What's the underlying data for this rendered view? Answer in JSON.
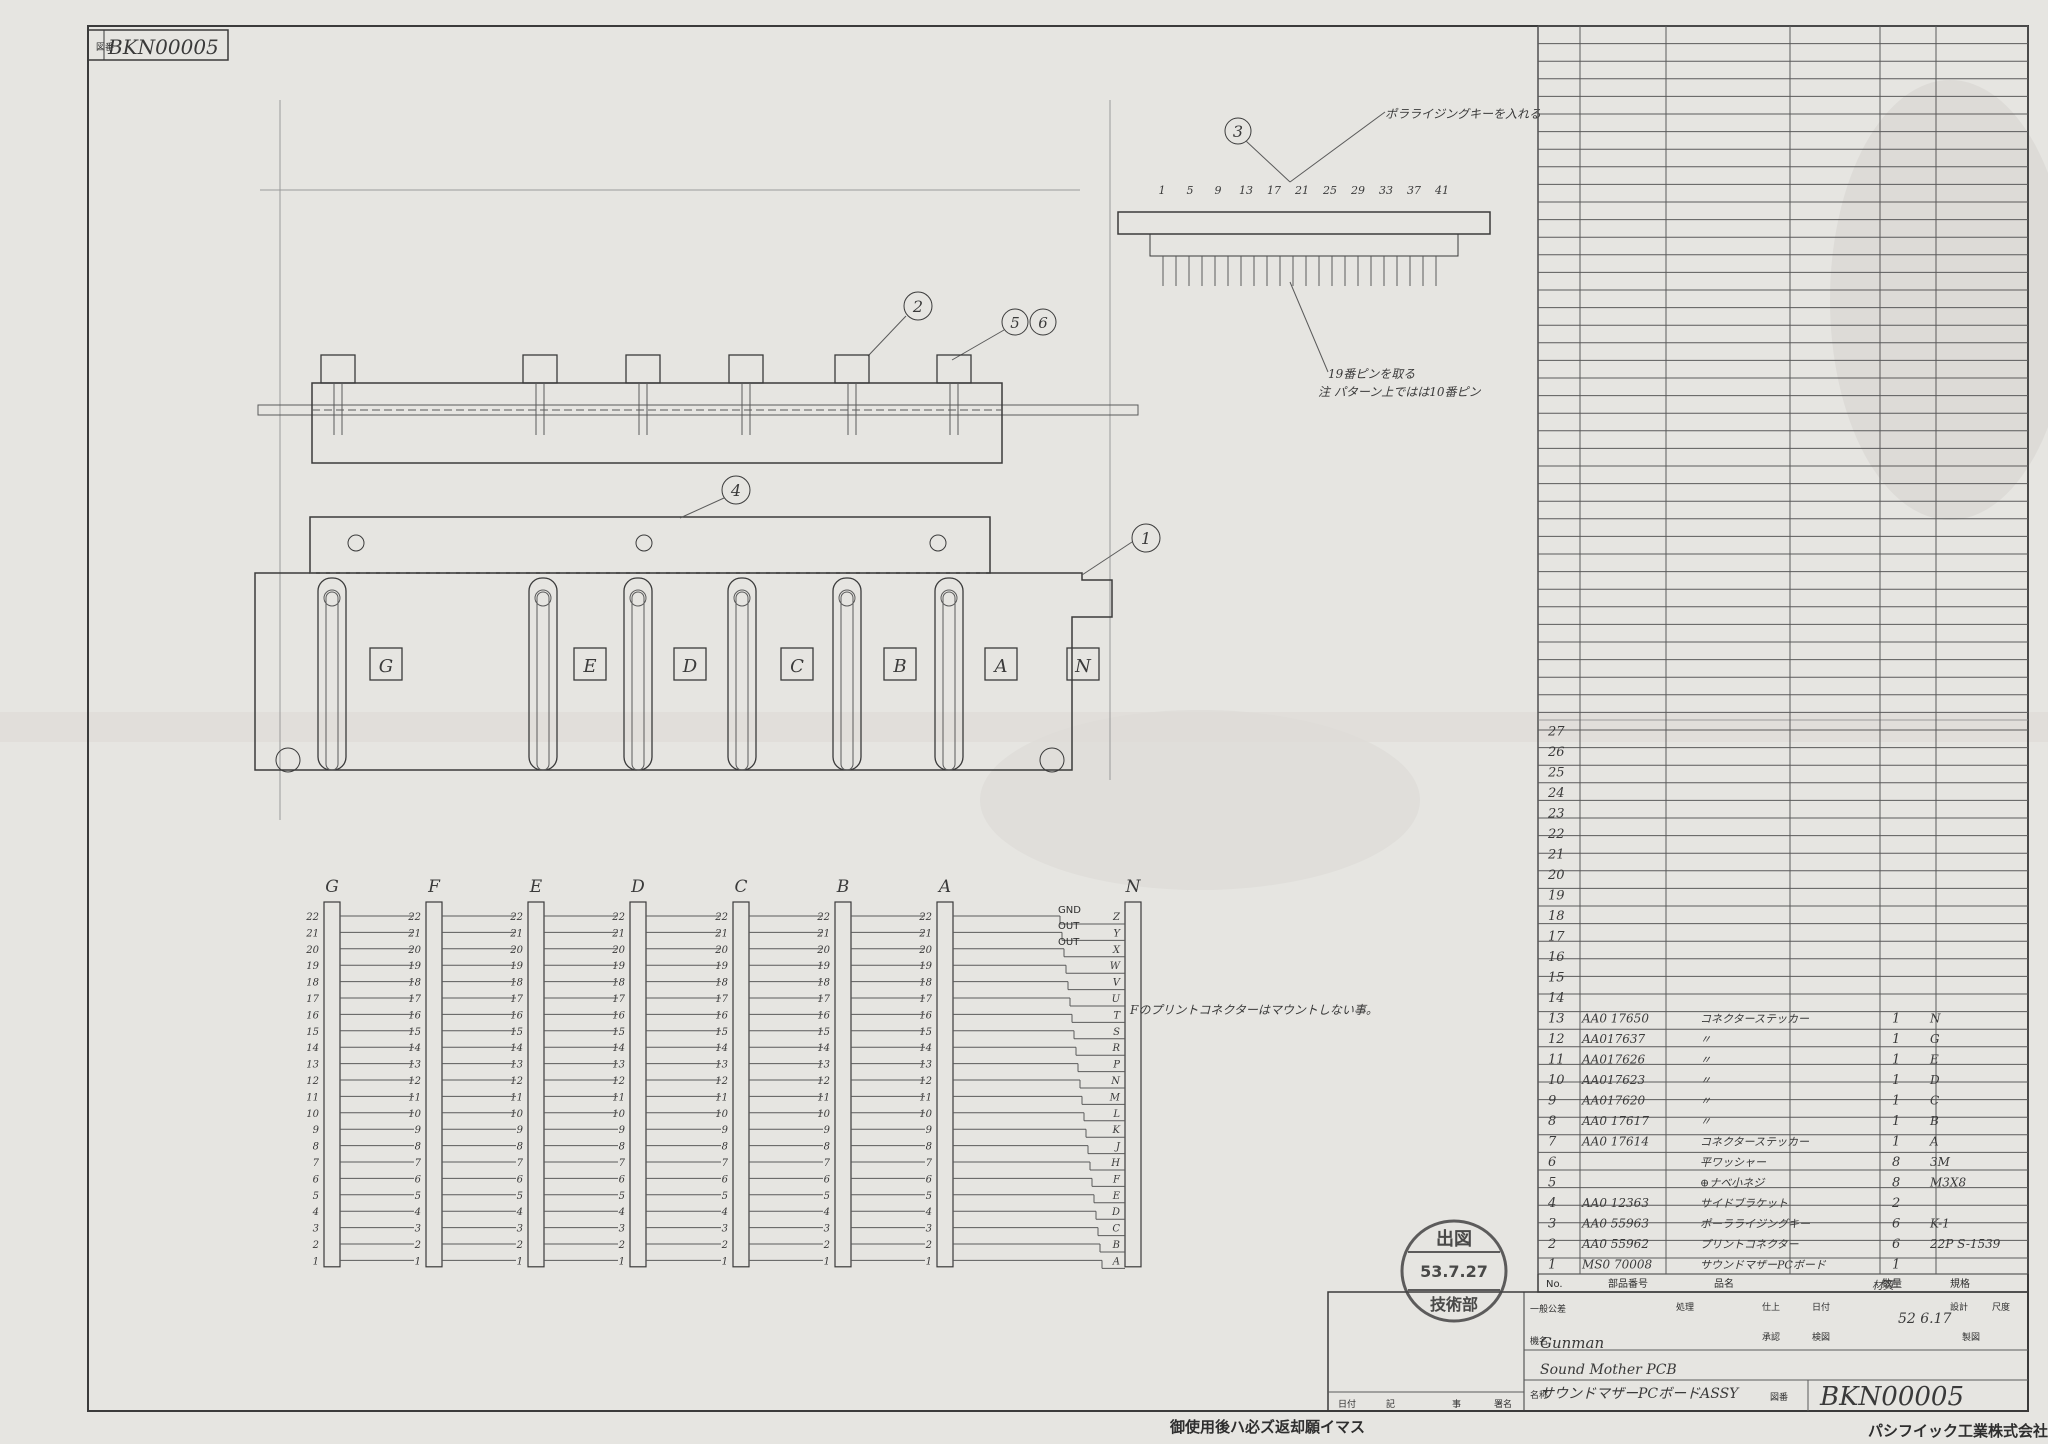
{
  "drawing_number": "BKN00005",
  "drawing_number_label": "図番",
  "return_notice": "御使用後ハ必ズ返却願イマス",
  "company": "パシフイック工業株式会社",
  "stamp": {
    "line1": "出図",
    "date": "53.7.27",
    "line3": "技術部"
  },
  "slot_labels": [
    "G",
    "E",
    "D",
    "C",
    "B",
    "A",
    "N"
  ],
  "balloons": [
    "1",
    "2",
    "3",
    "4",
    "5",
    "6"
  ],
  "connector": {
    "pin_numbers": [
      "1",
      "5",
      "9",
      "13",
      "17",
      "21",
      "25",
      "29",
      "33",
      "37",
      "41"
    ],
    "note_top": "ポラライジングキーを入れる",
    "note_bottom1": "19番ピンを取る",
    "note_bottom2": "注 パターン上ではは10番ピン"
  },
  "wiring": {
    "columns": [
      "G",
      "F",
      "E",
      "D",
      "C",
      "B",
      "A",
      "N"
    ],
    "pins": [
      "22",
      "21",
      "20",
      "19",
      "18",
      "17",
      "16",
      "15",
      "14",
      "13",
      "12",
      "11",
      "10",
      "9",
      "8",
      "7",
      "6",
      "5",
      "4",
      "3",
      "2",
      "1"
    ],
    "n_pins": [
      "Z",
      "Y",
      "X",
      "W",
      "V",
      "U",
      "T",
      "S",
      "R",
      "P",
      "N",
      "M",
      "L",
      "K",
      "J",
      "H",
      "F",
      "E",
      "D",
      "C",
      "B",
      "A"
    ],
    "labels": [
      "GND",
      "OUT",
      "OUT"
    ]
  },
  "note_f_connector": "Fのプリントコネクターはマウントしない事。",
  "parts_list": {
    "row_numbers": [
      "27",
      "26",
      "25",
      "24",
      "23",
      "22",
      "21",
      "20",
      "19",
      "18",
      "17",
      "16",
      "15",
      "14",
      "13",
      "12",
      "11",
      "10",
      "9",
      "8",
      "7",
      "6",
      "5",
      "4",
      "3",
      "2",
      "1"
    ],
    "items": [
      {
        "no": "13",
        "part": "AA0 17650",
        "name": "コネクターステッカー",
        "qty": "1",
        "spec": "N"
      },
      {
        "no": "12",
        "part": "AA017637",
        "name": "〃",
        "qty": "1",
        "spec": "G"
      },
      {
        "no": "11",
        "part": "AA017626",
        "name": "〃",
        "qty": "1",
        "spec": "E"
      },
      {
        "no": "10",
        "part": "AA017623",
        "name": "〃",
        "qty": "1",
        "spec": "D"
      },
      {
        "no": "9",
        "part": "AA017620",
        "name": "〃",
        "qty": "1",
        "spec": "C"
      },
      {
        "no": "8",
        "part": "AA0 17617",
        "name": "〃",
        "qty": "1",
        "spec": "B"
      },
      {
        "no": "7",
        "part": "AA0 17614",
        "name": "コネクターステッカー",
        "qty": "1",
        "spec": "A"
      },
      {
        "no": "6",
        "part": "",
        "name": "平ワッシャー",
        "qty": "8",
        "spec": "3M"
      },
      {
        "no": "5",
        "part": "",
        "name": "⊕ナベ小ネジ",
        "qty": "8",
        "spec": "M3X8"
      },
      {
        "no": "4",
        "part": "AA0 12363",
        "name": "サイドブラケット",
        "qty": "2",
        "spec": ""
      },
      {
        "no": "3",
        "part": "AA0 55963",
        "name": "ポーラライジングキー",
        "qty": "6",
        "spec": "K-1"
      },
      {
        "no": "2",
        "part": "AA0 55962",
        "name": "プリントコネクター",
        "qty": "6",
        "spec": "22P S-1539"
      },
      {
        "no": "1",
        "part": "MS0 70008",
        "name": "サウンドマザーPCボード",
        "qty": "1",
        "spec": ""
      }
    ],
    "header": {
      "no": "No.",
      "part": "部品番号",
      "name": "品名",
      "qty": "数量",
      "spec": "規格"
    }
  },
  "title_block": {
    "labels": [
      "設計",
      "処理",
      "仕上",
      "日付",
      "検図",
      "承認",
      "製図",
      "尺度",
      "図番",
      "名称",
      "機名",
      "一般公差"
    ],
    "machine": "Gunman",
    "name_en": "Sound Mother PCB",
    "name_jp": "サウンドマザーPCボードASSY",
    "date": "52 6.17",
    "material_label": "材質",
    "rev_labels": [
      "日付",
      "記",
      "事",
      "署名"
    ]
  }
}
